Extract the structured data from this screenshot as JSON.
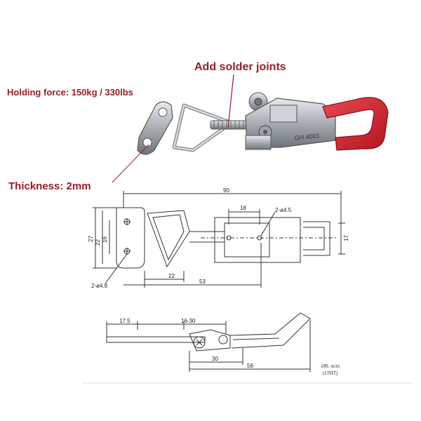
{
  "callouts": {
    "holding_force": "Holding force: 150kg / 330lbs",
    "solder": "Add solder joints",
    "thickness": "Thickness: 2mm"
  },
  "part_marking": "GH 4001",
  "top_view": {
    "overall_length": "90",
    "slot_length": "18",
    "hole_spec_right": "2-ø4.5",
    "plate_height_outer": "27",
    "plate_height_mid": "22",
    "plate_height_inner": "16",
    "handle_width": "17",
    "hole_spec_left": "2-ø4.8",
    "dim_22": "22",
    "dim_53": "53"
  },
  "side_view": {
    "dim_17_5": "17.5",
    "dim_range": "16-30",
    "dim_30": "30",
    "dim_56": "56"
  },
  "note": {
    "unit_line": "ØR: m/m",
    "unit_label": "(UNIT)"
  },
  "colors": {
    "callout_text": "#9b1c28",
    "handle_red": "#d21f2b",
    "steel": "#b8bcc2",
    "line": "#333333"
  }
}
